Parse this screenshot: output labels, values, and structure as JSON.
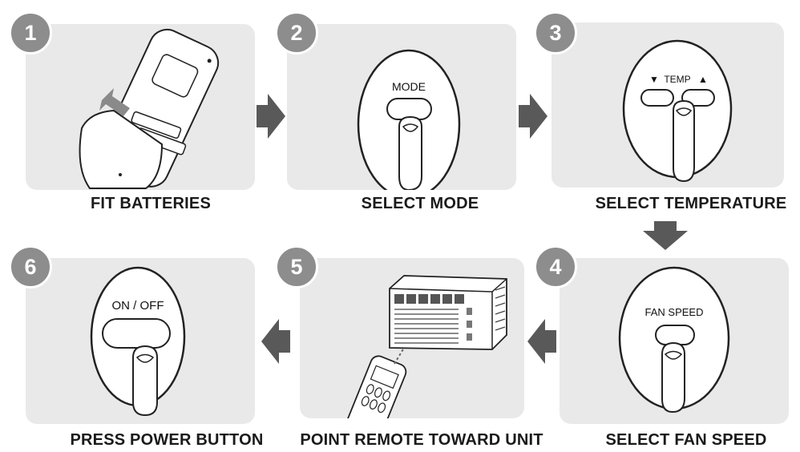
{
  "steps": [
    {
      "number": "1",
      "caption": "FIT BATTERIES"
    },
    {
      "number": "2",
      "caption": "SELECT MODE",
      "button_label": "MODE"
    },
    {
      "number": "3",
      "caption": "SELECT TEMPERATURE",
      "button_label": "TEMP",
      "left_symbol": "▼",
      "right_symbol": "▲"
    },
    {
      "number": "4",
      "caption": "SELECT FAN SPEED",
      "button_label": "FAN SPEED"
    },
    {
      "number": "5",
      "caption": "POINT REMOTE TOWARD UNIT"
    },
    {
      "number": "6",
      "caption": "PRESS POWER BUTTON",
      "button_label": "ON / OFF"
    }
  ],
  "colors": {
    "panel": "#e9e9e9",
    "badge": "#8d8d8d",
    "arrow": "#595959"
  }
}
